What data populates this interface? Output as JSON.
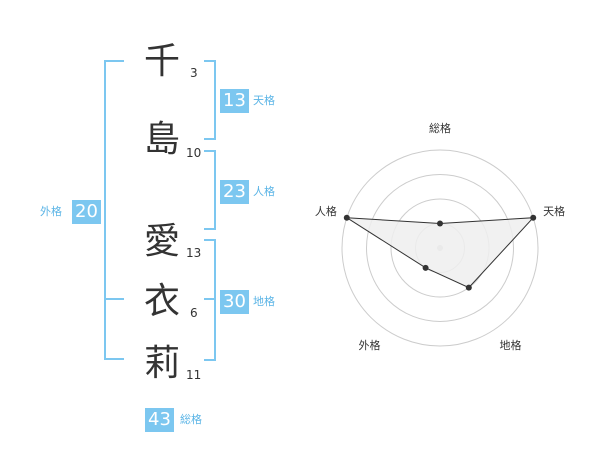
{
  "name": {
    "chars": [
      {
        "char": "千",
        "strokes": "3"
      },
      {
        "char": "島",
        "strokes": "10"
      },
      {
        "char": "愛",
        "strokes": "13"
      },
      {
        "char": "衣",
        "strokes": "6"
      },
      {
        "char": "莉",
        "strokes": "11"
      }
    ]
  },
  "fortune": {
    "tenkaku": {
      "label": "天格",
      "value": "13"
    },
    "jinkaku": {
      "label": "人格",
      "value": "23"
    },
    "chikaku": {
      "label": "地格",
      "value": "30"
    },
    "gaikaku": {
      "label": "外格",
      "value": "20"
    },
    "soukaku": {
      "label": "総格",
      "value": "43"
    }
  },
  "colors": {
    "accent": "#7cc7f0",
    "accent_text": "#5ab4e6"
  },
  "chart_data": {
    "type": "radar",
    "axes": [
      "総格",
      "天格",
      "地格",
      "外格",
      "人格"
    ],
    "values": [
      1,
      4,
      2,
      1,
      4
    ],
    "max": 4,
    "grid": true
  }
}
